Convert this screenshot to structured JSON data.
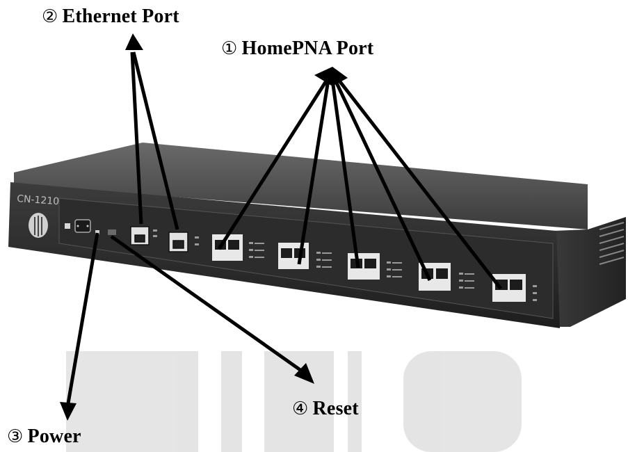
{
  "labels": {
    "ethernet": {
      "num": "②",
      "text": "Ethernet Port"
    },
    "homepna": {
      "num": "①",
      "text": "HomePNA Port"
    },
    "power": {
      "num": "③",
      "text": "Power"
    },
    "reset": {
      "num": "④",
      "text": "Reset"
    }
  },
  "device": {
    "model": "CN-1210",
    "homepna_port_count": 5,
    "ethernet_port_count": 2
  },
  "colors": {
    "device_body": "#2a2a2a",
    "faceplate": "#3a3a3a",
    "ports": "#e8e8e8",
    "arrows": "#000000",
    "floor_stripes": "#d9d9d9"
  }
}
